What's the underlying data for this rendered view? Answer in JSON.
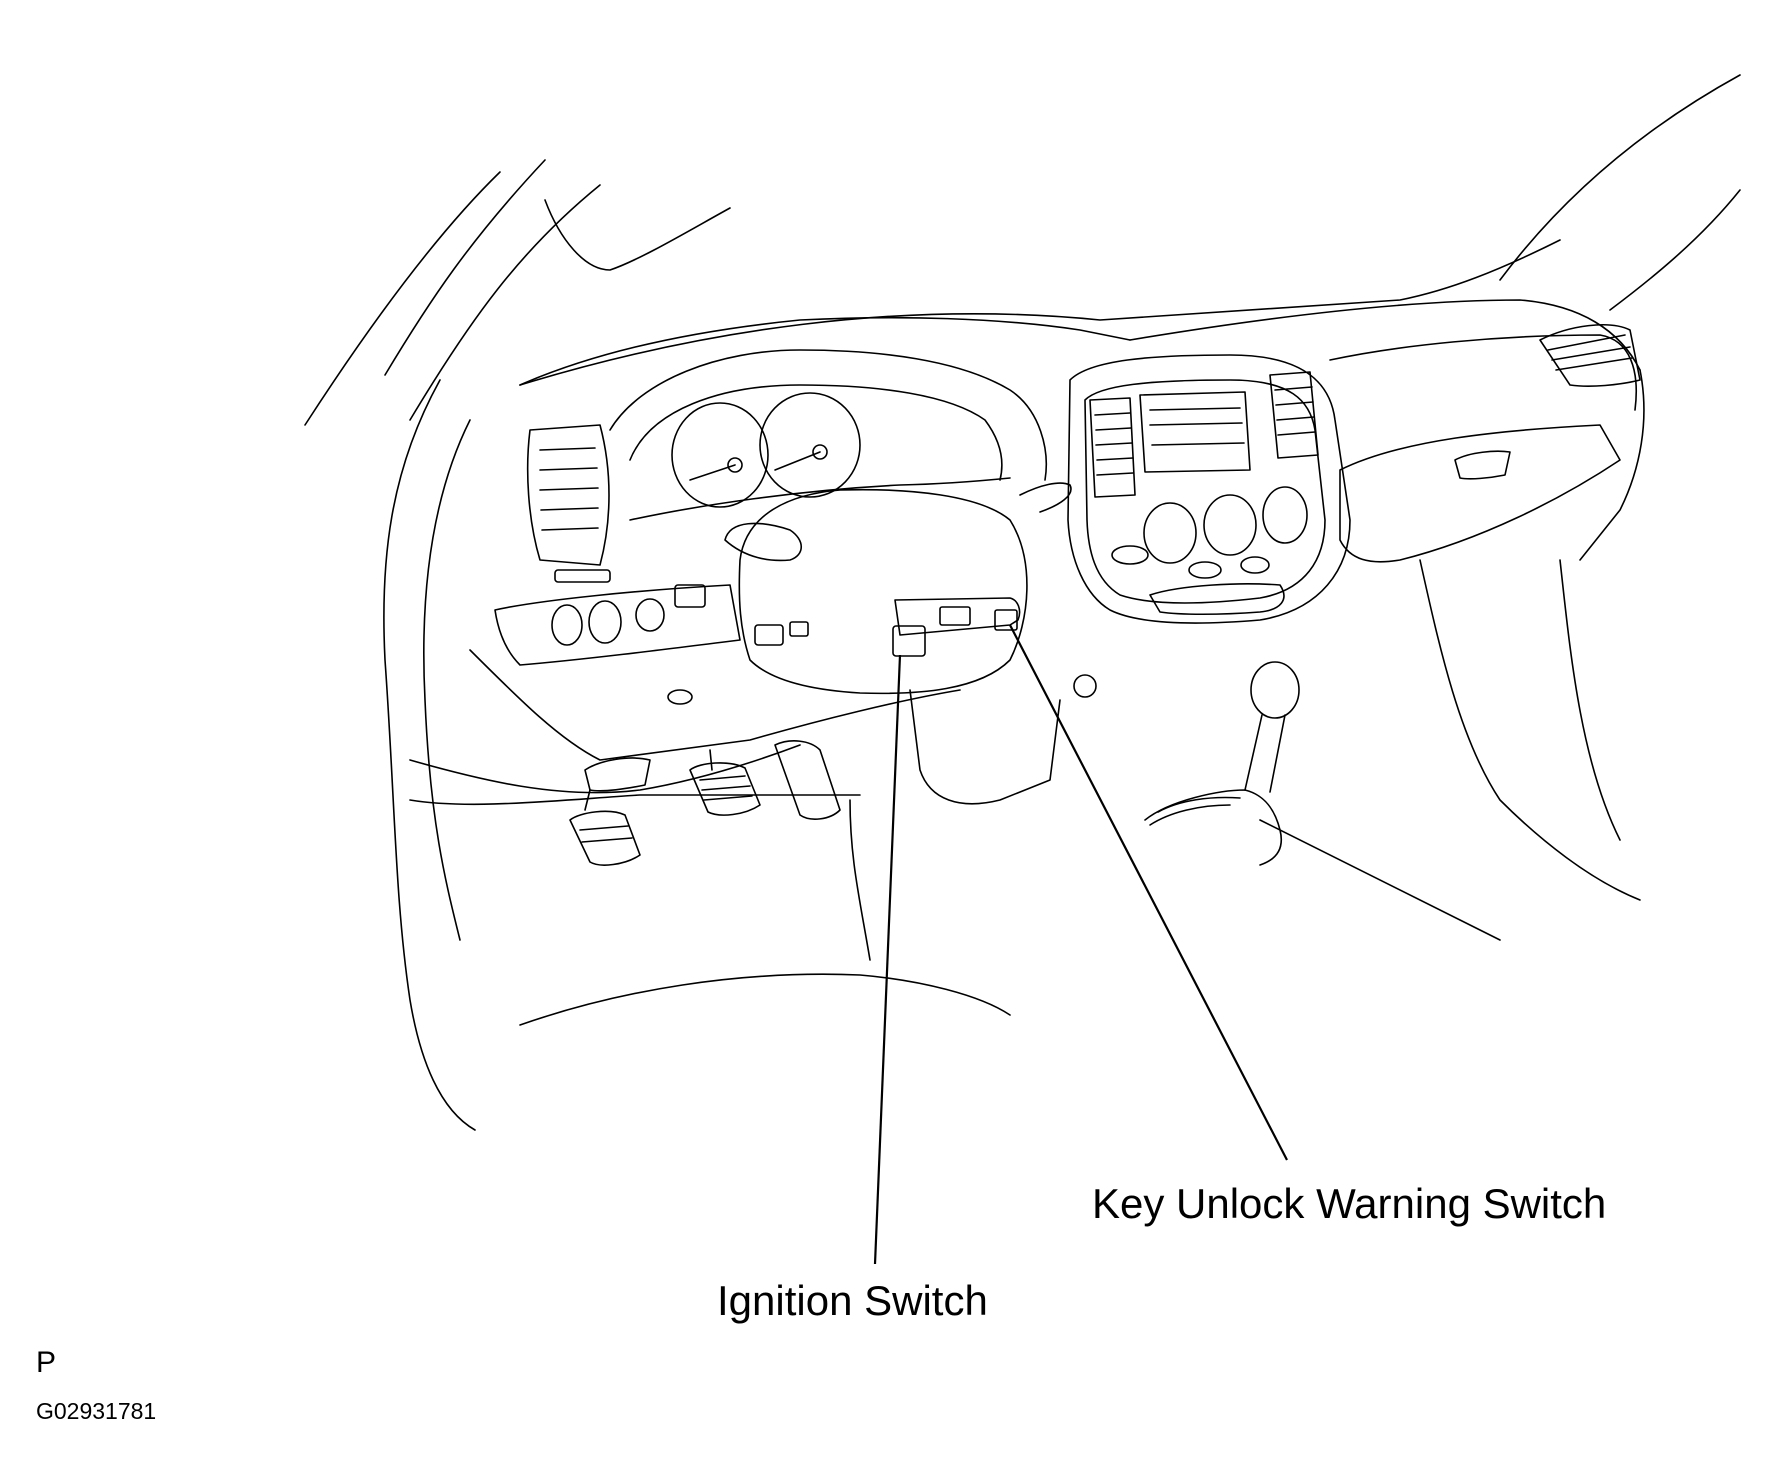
{
  "callouts": {
    "key_unlock_warning_switch": "Key Unlock Warning Switch",
    "ignition_switch": "Ignition Switch"
  },
  "figure_code": {
    "letter": "P",
    "id": "G02931781"
  },
  "colors": {
    "line": "#000000",
    "background": "#ffffff"
  }
}
